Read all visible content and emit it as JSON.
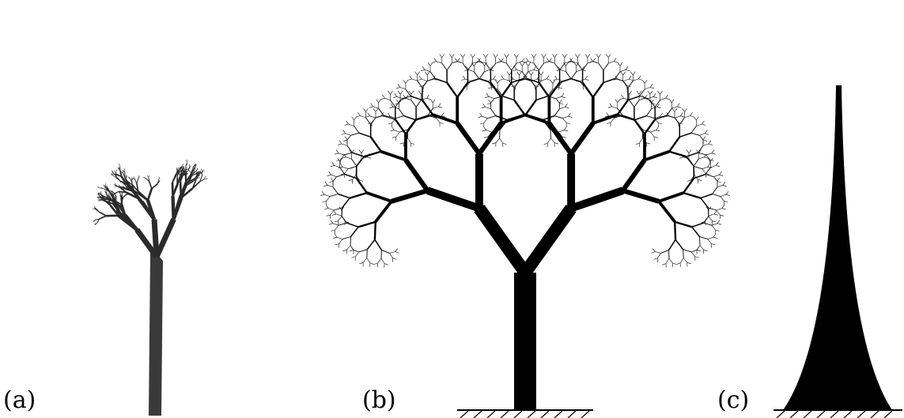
{
  "panels": {
    "a": {
      "label": "(a)"
    },
    "b": {
      "label": "(b)"
    },
    "c": {
      "label": "(c)"
    }
  },
  "colors": {
    "ink": "#000000",
    "photo_ink": "#2a2a2a",
    "background": "#ffffff"
  },
  "fractal": {
    "depth": 9
  }
}
